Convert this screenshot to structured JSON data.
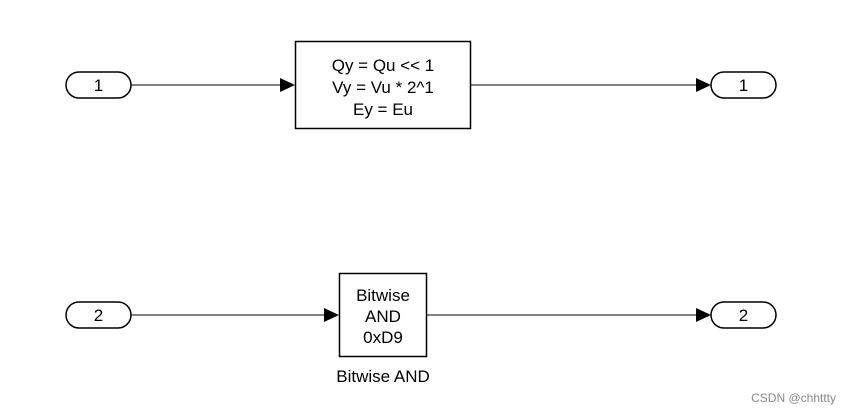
{
  "diagram": {
    "row1": {
      "inport_label": "1",
      "outport_label": "1",
      "block_lines": [
        "Qy = Qu << 1",
        "Vy = Vu * 2^1",
        "Ey = Eu"
      ]
    },
    "row2": {
      "inport_label": "2",
      "outport_label": "2",
      "block_lines": [
        "Bitwise",
        "AND",
        "0xD9"
      ],
      "block_caption": "Bitwise AND"
    }
  },
  "watermark": "CSDN @chhttty"
}
